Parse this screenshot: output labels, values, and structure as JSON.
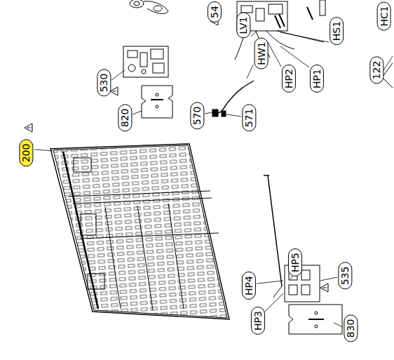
{
  "diagram": {
    "labels": [
      "200",
      "530",
      "820",
      "570",
      "571",
      "HW1",
      "LV1",
      "HP2",
      "HP1",
      "HS1",
      "HC1",
      "54",
      "122",
      "535",
      "HP3",
      "HP4",
      "HP5",
      "830"
    ]
  }
}
